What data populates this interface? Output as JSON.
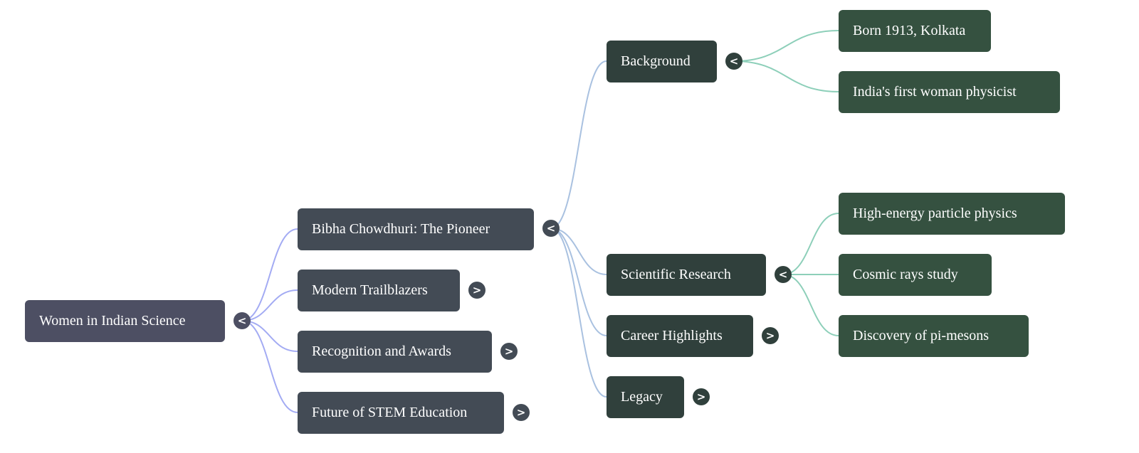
{
  "root": {
    "label": "Women in Indian Science",
    "toggle": "<"
  },
  "level1": [
    {
      "label": "Bibha Chowdhuri: The Pioneer",
      "toggle": "<"
    },
    {
      "label": "Modern Trailblazers",
      "toggle": ">"
    },
    {
      "label": "Recognition and Awards",
      "toggle": ">"
    },
    {
      "label": "Future of STEM Education",
      "toggle": ">"
    }
  ],
  "level2": [
    {
      "label": "Background",
      "toggle": "<"
    },
    {
      "label": "Scientific Research",
      "toggle": "<"
    },
    {
      "label": "Career Highlights",
      "toggle": ">"
    },
    {
      "label": "Legacy",
      "toggle": ">"
    }
  ],
  "level3": [
    {
      "label": "Born 1913, Kolkata"
    },
    {
      "label": "India's first woman physicist"
    },
    {
      "label": "High-energy particle physics"
    },
    {
      "label": "Cosmic rays study"
    },
    {
      "label": "Discovery of pi-mesons"
    }
  ],
  "colors": {
    "root": "#4d4f63",
    "level1": "#434b55",
    "level2": "#30403c",
    "level3": "#355140",
    "link1": "#a3abf3",
    "link2": "#a9c1e0",
    "link3": "#8dcfb9"
  }
}
